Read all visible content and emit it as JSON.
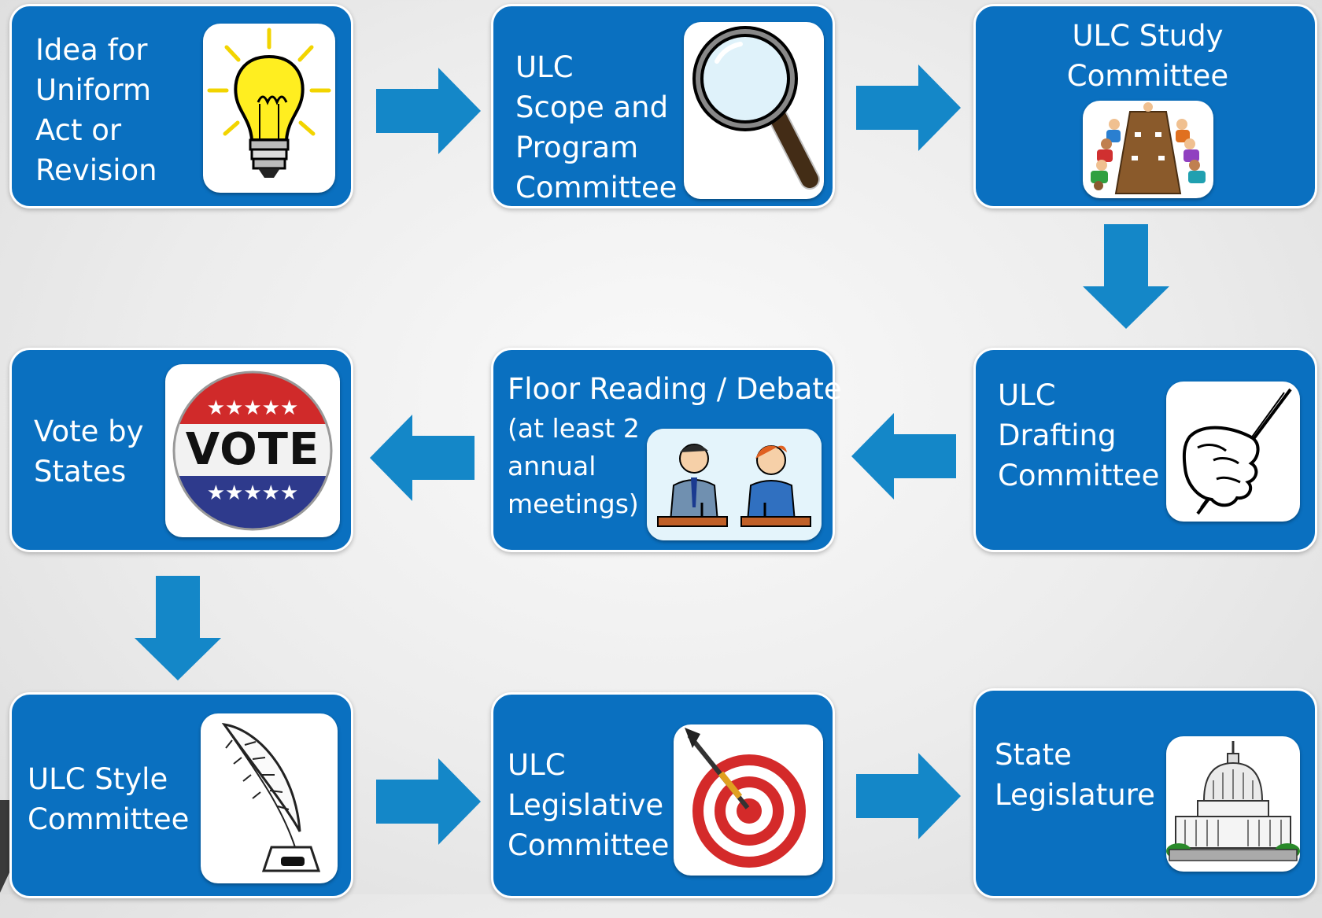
{
  "colors": {
    "box": "#0a70c0",
    "arrow": "#1487c8",
    "border": "#ffffff"
  },
  "steps": [
    {
      "lines": [
        "Idea for",
        "Uniform",
        "Act or",
        "Revision"
      ],
      "icon": "lightbulb-icon"
    },
    {
      "lines": [
        "ULC",
        "Scope and",
        "Program",
        "Committee"
      ],
      "icon": "magnifying-glass-icon"
    },
    {
      "lines": [
        "ULC Study",
        "Committee"
      ],
      "icon": "meeting-table-icon"
    },
    {
      "lines": [
        "ULC",
        "Drafting",
        "Committee"
      ],
      "icon": "hand-pen-icon"
    },
    {
      "lines": [
        "Floor Reading / Debate"
      ],
      "sublines": [
        "(at least 2",
        "annual",
        "meetings)"
      ],
      "icon": "debaters-icon"
    },
    {
      "lines": [
        "Vote by",
        "States"
      ],
      "icon": "vote-button-icon"
    },
    {
      "lines": [
        "ULC Style",
        "Committee"
      ],
      "icon": "quill-inkwell-icon"
    },
    {
      "lines": [
        "ULC",
        "Legislative",
        "Committee"
      ],
      "icon": "dart-target-icon"
    },
    {
      "lines": [
        "State",
        "Legislature"
      ],
      "icon": "capitol-icon"
    }
  ],
  "vote_badge": {
    "text": "VOTE"
  },
  "arrows": [
    "right",
    "right",
    "down",
    "left",
    "left",
    "down",
    "right",
    "right"
  ]
}
